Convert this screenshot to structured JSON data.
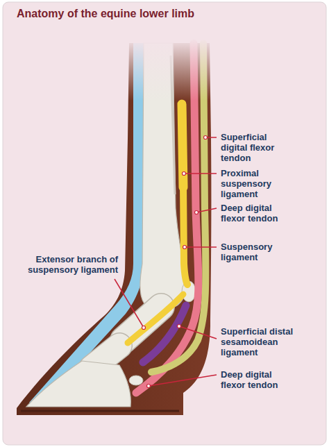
{
  "diagram": {
    "title": "Anatomy of the equine lower limb",
    "labels": [
      "Superficial digital flexor tendon",
      "Proximal suspensory ligament",
      "Deep digital flexor tendon",
      "Suspensory ligament",
      "Extensor branch of suspensory ligament",
      "Superficial distal sesamoidean ligament",
      "Deep digital flexor tendon"
    ]
  }
}
